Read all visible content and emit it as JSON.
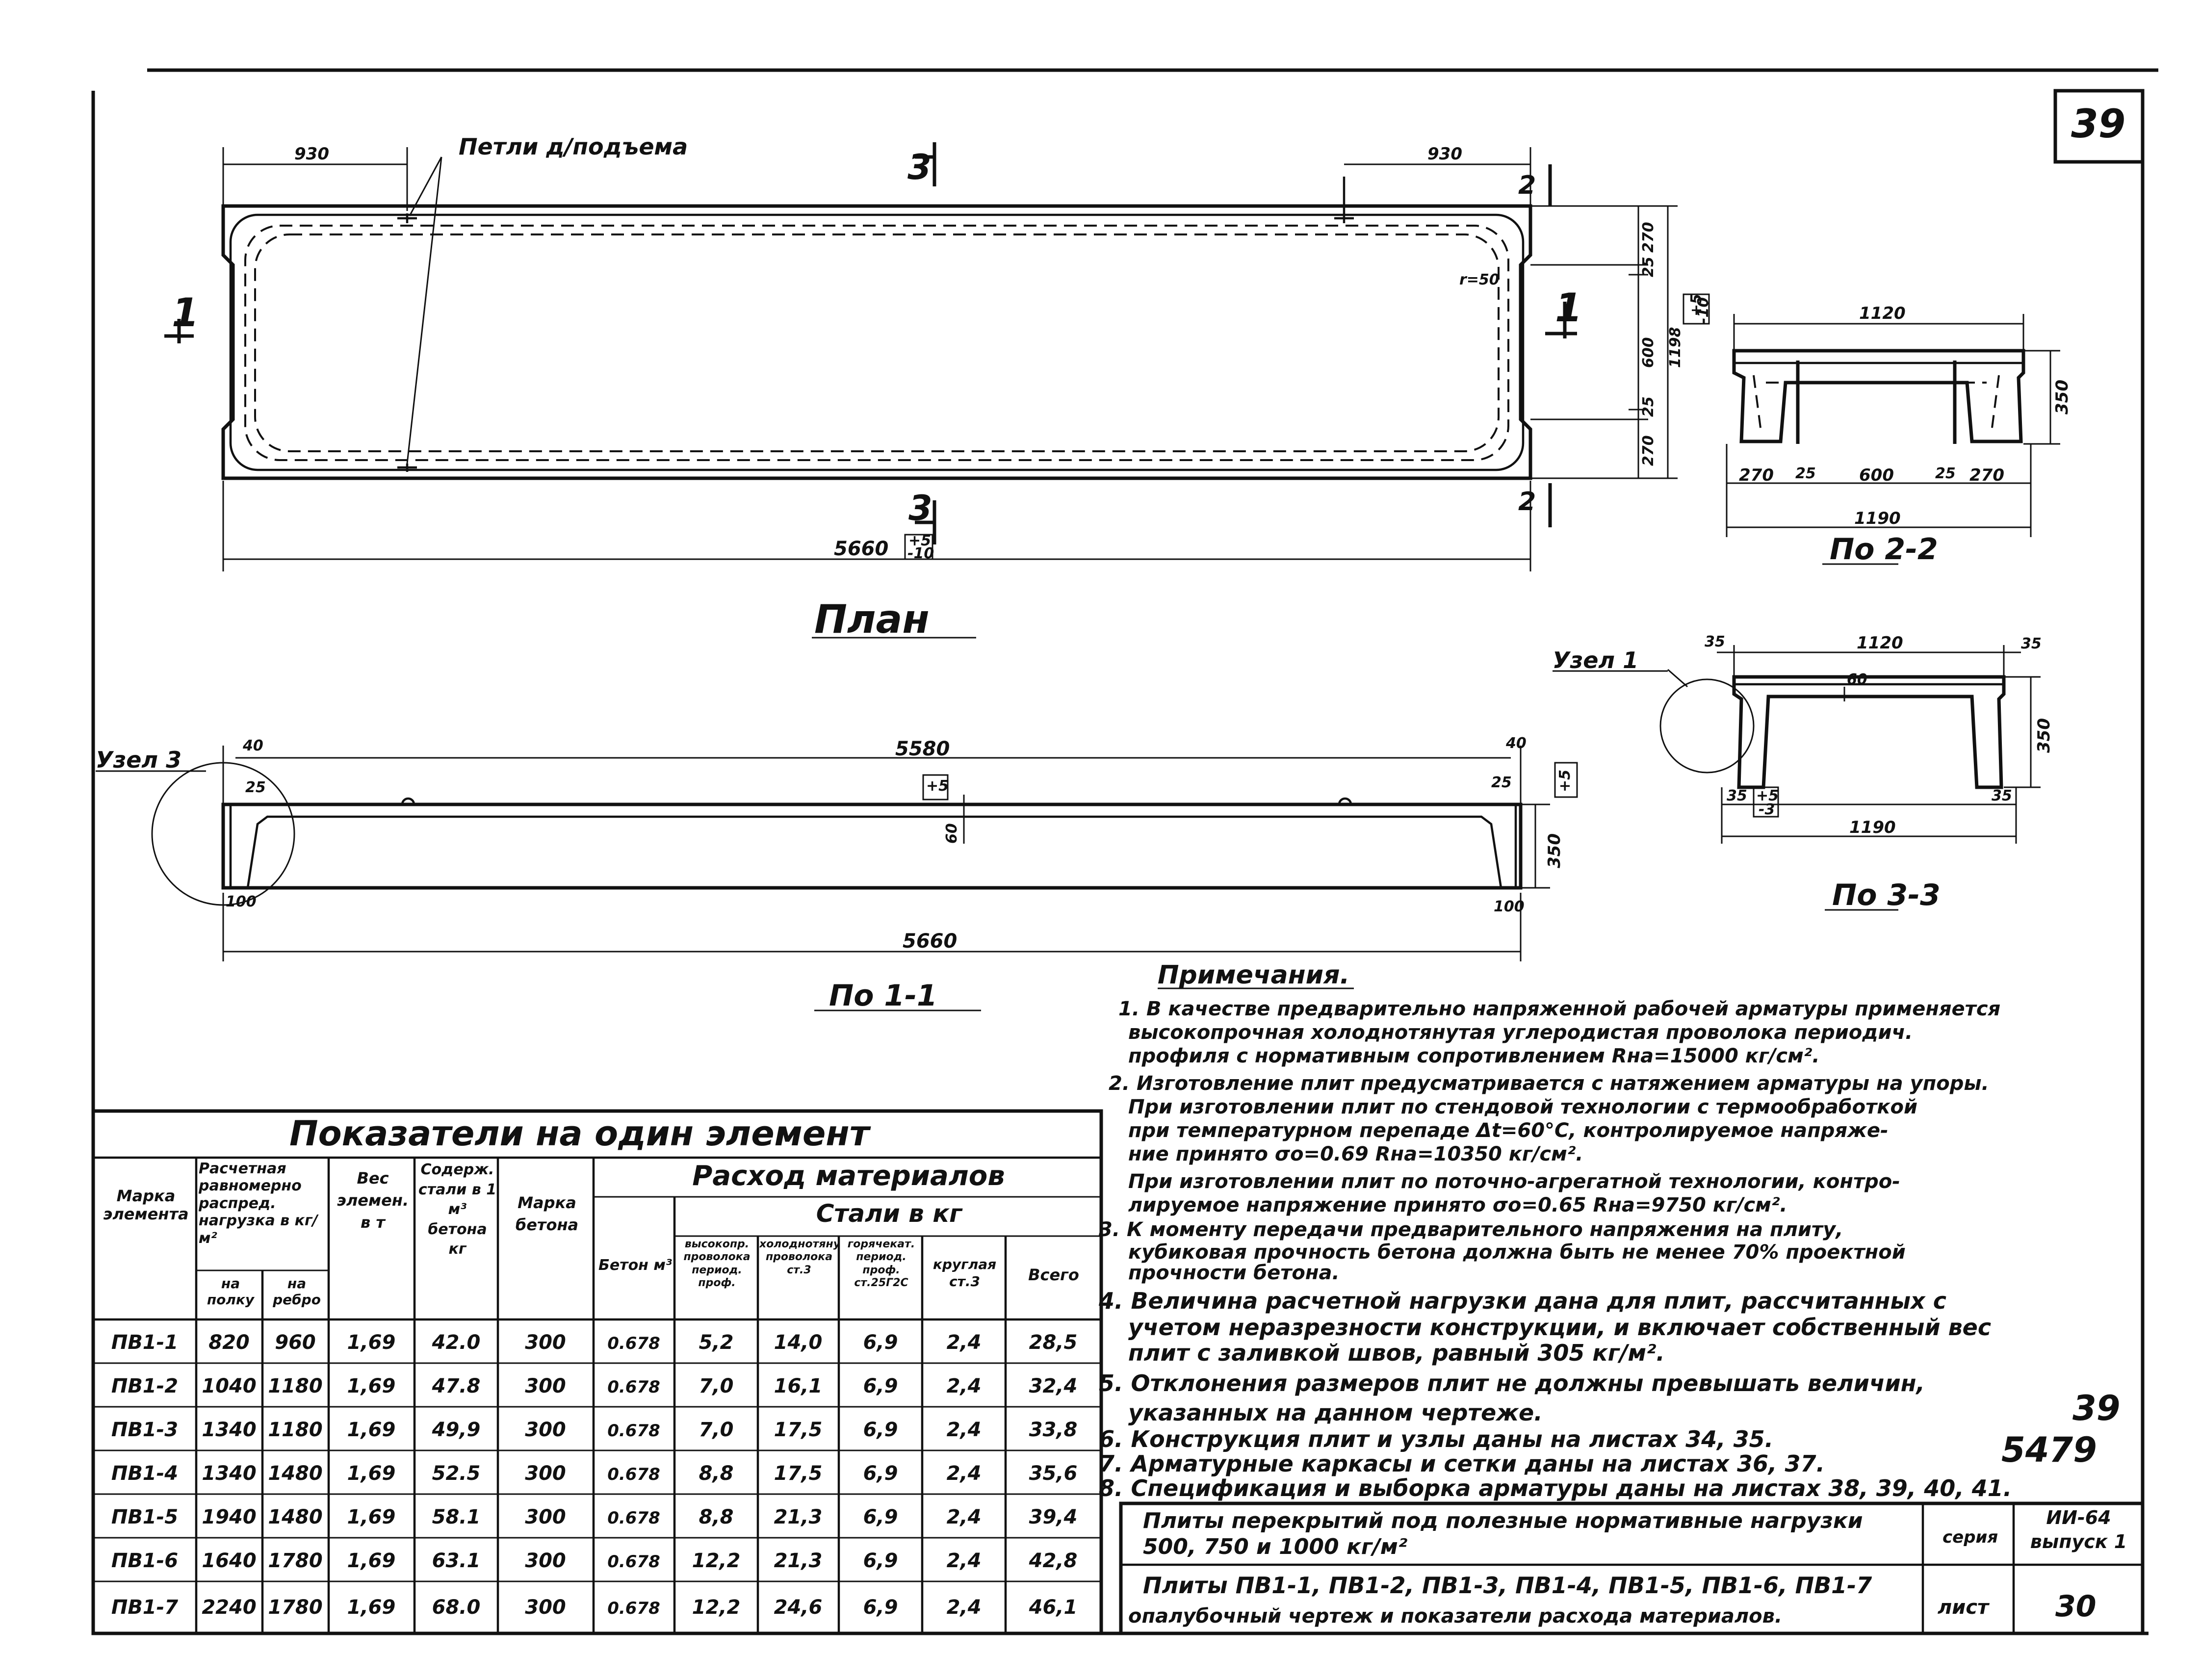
{
  "sheet_corner_number": "39",
  "plan": {
    "title": "План",
    "loops_label": "Петли д/подъема",
    "dim_930_left": "930",
    "dim_930_right": "930",
    "dim_5660": "5660",
    "tol_5660_top": "+5",
    "tol_5660_bot": "-10",
    "dim_270_top": "270",
    "dim_25_top": "25",
    "dim_600": "600",
    "dim_25_bot": "25",
    "dim_270_bot": "270",
    "dim_1198": "1198",
    "tol_side_top": "+5",
    "tol_side_bot": "-10",
    "radius": "r=50",
    "cut_1": "1",
    "cut_2": "2",
    "cut_3": "3"
  },
  "sec22": {
    "title": "По 2-2",
    "dim_top": "1120",
    "dim_bot": "1190",
    "dim_h": "350",
    "d270a": "270",
    "d25a": "25",
    "d600": "600",
    "d25b": "25",
    "d270b": "270"
  },
  "sec33": {
    "title": "По 3-3",
    "node": "Узел 1",
    "d35a": "35",
    "d35b": "35",
    "dim_top": "1120",
    "dim_60": "60",
    "dim_350": "350",
    "d35c": "35",
    "tol_a": "+5",
    "tol_b": "-3",
    "d35d": "35",
    "dim_bot": "1190"
  },
  "sec11": {
    "title": "По 1-1",
    "node": "Узел 3",
    "d40a": "40",
    "d40b": "40",
    "d25a": "25",
    "d25b": "25",
    "dim_5580": "5580",
    "tol_5580": "+5",
    "tol_side": "+5",
    "dim_60": "60",
    "dim_350": "350",
    "d100a": "100",
    "d100b": "100",
    "dim_5660": "5660"
  },
  "notes": {
    "title": "Примечания.",
    "items": [
      "1. В качестве предварительно напряженной рабочей арматуры применяется",
      "высокопрочная холоднотянутая углеродистая проволока периодич.",
      "профиля с нормативным сопротивлением Rнa=15000 кг/см².",
      "2. Изготовление плит предусматривается с натяжением арматуры на упоры.",
      "При изготовлении плит по стендовой технологии с термообработкой",
      "при температурном перепаде Δt=60°C, контролируемое напряже-",
      "ние принято σo=0.69 Rнa=10350 кг/см².",
      "При изготовлении плит по поточно-агрегатной технологии, контро-",
      "лируемое напряжение принято σo=0.65 Rнa=9750 кг/см².",
      "3. К моменту передачи предварительного напряжения на плиту,",
      "кубиковая прочность бетона должна быть не менее 70% проектной",
      "прочности бетона.",
      "4. Величина расчетной нагрузки дана для плит, рассчитанных с",
      "учетом неразрезности конструкции, и включает собственный вес",
      "плит с заливкой швов, равный 305 кг/м².",
      "5. Отклонения размеров плит не должны превышать величин,",
      "указанных на данном чертеже.",
      "6. Конструкция плит и узлы даны на листах 34, 35.",
      "7. Арматурные каркасы и сетки даны на листах 36, 37.",
      "8. Спецификация и выборка арматуры даны на листах 38, 39, 40, 41."
    ]
  },
  "stamp": {
    "n39": "39",
    "n5479": "5479"
  },
  "table": {
    "title": "Показатели на один элемент",
    "h_mark": "Марка элемента",
    "h_load": "Расчетная равномерно распред. нагрузка в кг/м²",
    "h_shelf": "на полку",
    "h_rib": "на ребро",
    "h_weight": "Вес элемен. в т",
    "h_steel_cont": "Содерж. стали в 1 м³ бетона кг",
    "h_concrete_mark": "Марка бетона",
    "h_consumption": "Расход материалов",
    "h_concrete": "Бетон м³",
    "h_steel": "Стали в кг",
    "h_wire": "высокопр. проволока период. проф.",
    "h_cold": "холоднотянутая проволока ст.3",
    "h_hot": "горячекат. период. проф. ст.25Г2С",
    "h_round": "круглая ст.3",
    "h_total": "Всего",
    "rows": [
      [
        "ПВ1-1",
        "820",
        "960",
        "1,69",
        "42.0",
        "300",
        "0.678",
        "5,2",
        "14,0",
        "6,9",
        "2,4",
        "28,5"
      ],
      [
        "ПВ1-2",
        "1040",
        "1180",
        "1,69",
        "47.8",
        "300",
        "0.678",
        "7,0",
        "16,1",
        "6,9",
        "2,4",
        "32,4"
      ],
      [
        "ПВ1-3",
        "1340",
        "1180",
        "1,69",
        "49,9",
        "300",
        "0.678",
        "7,0",
        "17,5",
        "6,9",
        "2,4",
        "33,8"
      ],
      [
        "ПВ1-4",
        "1340",
        "1480",
        "1,69",
        "52.5",
        "300",
        "0.678",
        "8,8",
        "17,5",
        "6,9",
        "2,4",
        "35,6"
      ],
      [
        "ПВ1-5",
        "1940",
        "1480",
        "1,69",
        "58.1",
        "300",
        "0.678",
        "8,8",
        "21,3",
        "6,9",
        "2,4",
        "39,4"
      ],
      [
        "ПВ1-6",
        "1640",
        "1780",
        "1,69",
        "63.1",
        "300",
        "0.678",
        "12,2",
        "21,3",
        "6,9",
        "2,4",
        "42,8"
      ],
      [
        "ПВ1-7",
        "2240",
        "1780",
        "1,69",
        "68.0",
        "300",
        "0.678",
        "12,2",
        "24,6",
        "6,9",
        "2,4",
        "46,1"
      ]
    ]
  },
  "titleblock": {
    "desc1": "Плиты перекрытий под полезные нормативные нагрузки 500, 750 и 1000 кг/м²",
    "series_lbl": "серия",
    "series_val": "ИИ-64 выпуск 1",
    "desc2": "Плиты ПВ1-1, ПВ1-2, ПВ1-3, ПВ1-4, ПВ1-5, ПВ1-6, ПВ1-7",
    "desc3": "опалубочный чертеж и показатели расхода материалов.",
    "sheet_lbl": "лист",
    "sheet_val": "30"
  }
}
